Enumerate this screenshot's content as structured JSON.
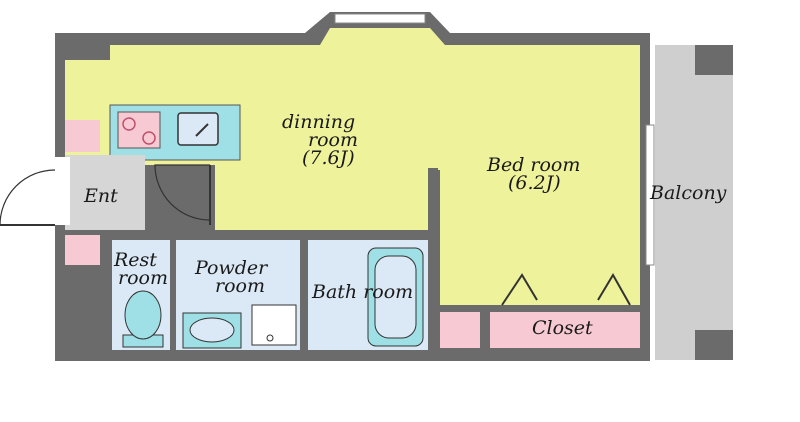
{
  "labels": {
    "dining_name": "dinning",
    "dining_name2": "room",
    "dining_size": "(7.6J)",
    "bed_name": "Bed room",
    "bed_size": "(6.2J)",
    "ent": "Ent",
    "rest1": "Rest",
    "rest2": "room",
    "powder1": "Powder",
    "powder2": "room",
    "bath": "Bath room",
    "closet": "Closet",
    "balcony": "Balcony"
  },
  "colors": {
    "wall": "#6b6b6b",
    "living_floor": "#eef29a",
    "wet_floor": "#dbe9f6",
    "pink": "#f7c9d3",
    "cyan": "#9fe0e6",
    "entry_floor": "#d6d6d6",
    "balcony": "#cfcfcf"
  }
}
